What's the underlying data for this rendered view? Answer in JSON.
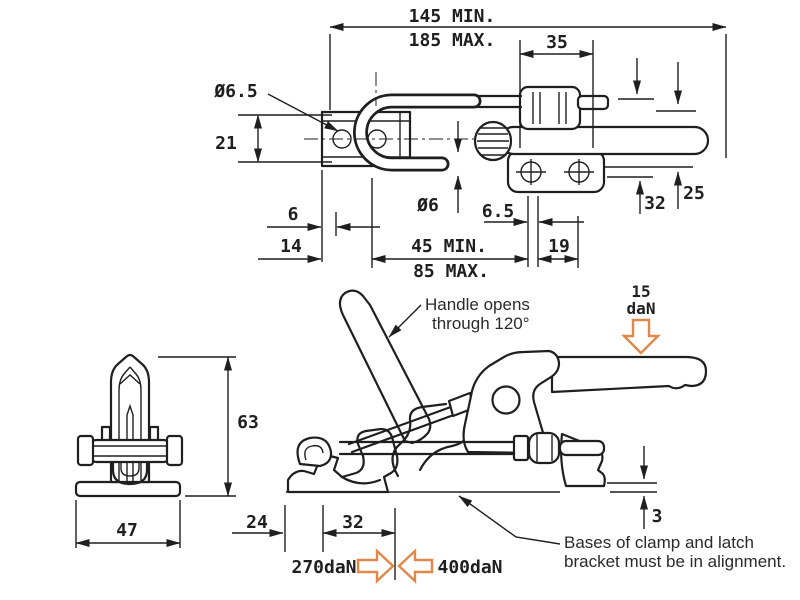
{
  "colors": {
    "line": "#1f1f1f",
    "force_accent": "#e0874b",
    "background": "#ffffff"
  },
  "top_view": {
    "dim_overall_min": "145 MIN.",
    "dim_overall_max": "185 MAX.",
    "dim_base_length": "35",
    "dim_hole_dia": "Ø6.5",
    "dim_bracket_width": "21",
    "dim_rod_dia": "Ø6",
    "dim_slot": "6.5",
    "dim_offset_32": "32",
    "dim_offset_25": "25",
    "dim_edge_6": "6",
    "dim_edge_14": "14",
    "dim_span_min": "45 MIN.",
    "dim_span_max": "85 MAX.",
    "dim_end_19": "19"
  },
  "front_view": {
    "dim_height": "63",
    "dim_base_width": "47"
  },
  "side_view": {
    "note_handle_line1": "Handle opens",
    "note_handle_line2": "through 120°",
    "force_handle_value": "15",
    "force_handle_unit": "daN",
    "dim_24": "24",
    "dim_32": "32",
    "dim_base_gap": "3",
    "force_forward": "270daN",
    "force_backward": "400daN",
    "note_align_line1": "Bases of clamp and latch",
    "note_align_line2": "bracket must be in alignment."
  }
}
